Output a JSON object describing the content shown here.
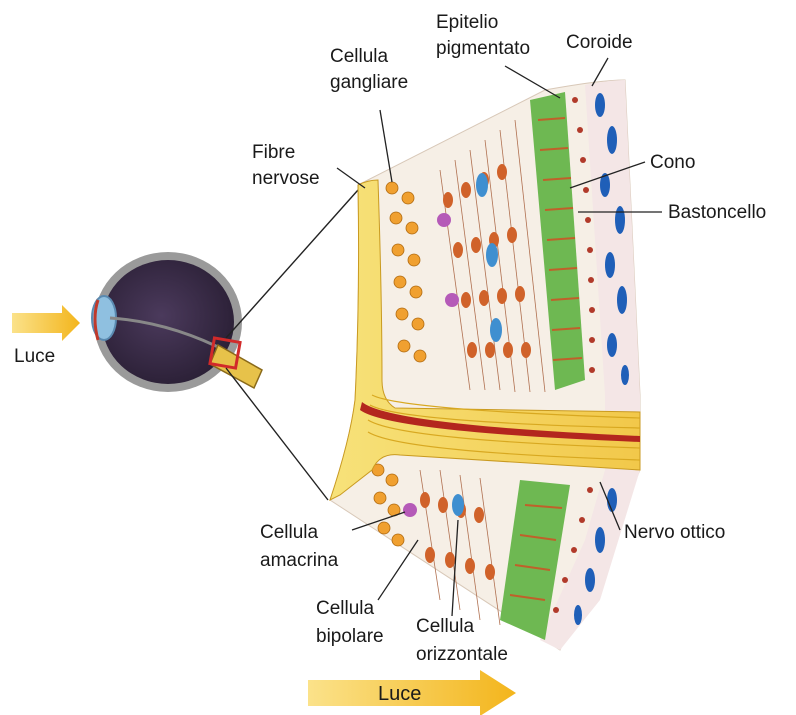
{
  "labels": {
    "luce_left": "Luce",
    "luce_bottom": "Luce",
    "cellula_gangliare": [
      "Cellula",
      "gangliare"
    ],
    "epitelio_pigmentato": [
      "Epitelio",
      "pigmentato"
    ],
    "coroide": "Coroide",
    "fibre_nervose": [
      "Fibre",
      "nervose"
    ],
    "cono": "Cono",
    "bastoncello": "Bastoncello",
    "nervo_ottico": "Nervo ottico",
    "cellula_amacrina": [
      "Cellula",
      "amacrina"
    ],
    "cellula_bipolare": [
      "Cellula",
      "bipolare"
    ],
    "cellula_orizzontale": [
      "Cellula",
      "orizzontale"
    ]
  },
  "colors": {
    "arrow": "#f7c53c",
    "nerve_fiber": "#f3d34a",
    "ganglion": "#f0a030",
    "bipolar": "#d0622a",
    "amacrine": "#b55ab8",
    "horizontal": "#3f8fd0",
    "cone_band": "#6eb852",
    "choroid_vessel": "#1f5fb8",
    "epithelium": "#b13a2a",
    "eye_dark": "#3a2a4a"
  }
}
